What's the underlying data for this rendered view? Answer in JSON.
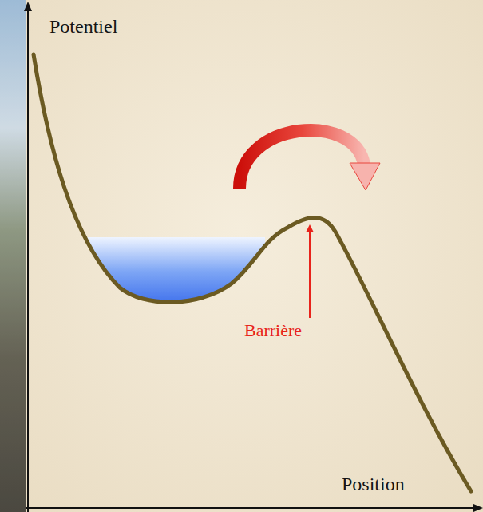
{
  "diagram": {
    "labels": [
      "Potentiel",
      "Barrière",
      "Position"
    ]
  }
}
